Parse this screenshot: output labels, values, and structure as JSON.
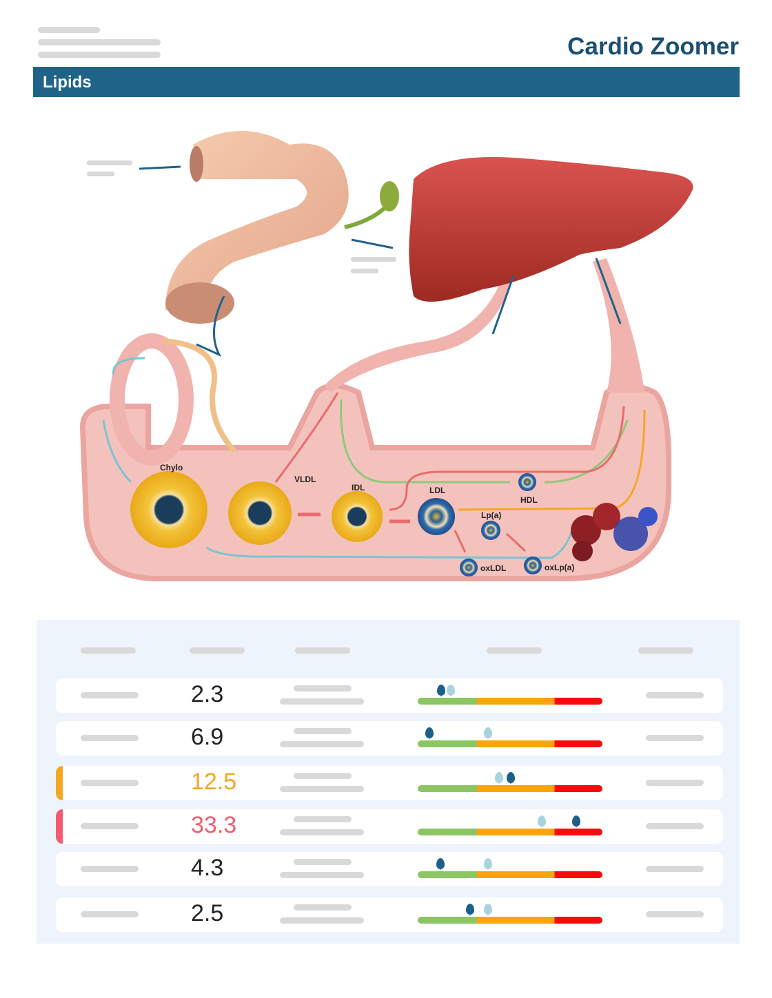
{
  "header": {
    "brand": "Cardio Zoomer",
    "section": "Lipids"
  },
  "diagram": {
    "labels": {
      "chylo": "Chylo",
      "vldl": "VLDL",
      "idl": "IDL",
      "ldl": "LDL",
      "hdl": "HDL",
      "lpa": "Lp(a)",
      "oxldl": "oxLDL",
      "oxlpa": "oxLp(a)"
    }
  },
  "colors": {
    "accent": "#1f6389",
    "green": "#8bc663",
    "orange": "#fca50a",
    "red": "#f90b0b",
    "warn": "#f5a623",
    "alert": "#f25c6e"
  },
  "rows": [
    {
      "value": "2.3",
      "status": "normal",
      "marker_patient": 0.127,
      "marker_reference": 0.179
    },
    {
      "value": "6.9",
      "status": "normal",
      "marker_patient": 0.063,
      "marker_reference": 0.38
    },
    {
      "value": "12.5",
      "status": "warning",
      "marker_patient": 0.504,
      "marker_reference": 0.44
    },
    {
      "value": "33.3",
      "status": "alert",
      "marker_patient": 0.858,
      "marker_reference": 0.672
    },
    {
      "value": "4.3",
      "status": "normal",
      "marker_patient": 0.123,
      "marker_reference": 0.38
    },
    {
      "value": "2.5",
      "status": "normal",
      "marker_patient": 0.284,
      "marker_reference": 0.38
    }
  ]
}
